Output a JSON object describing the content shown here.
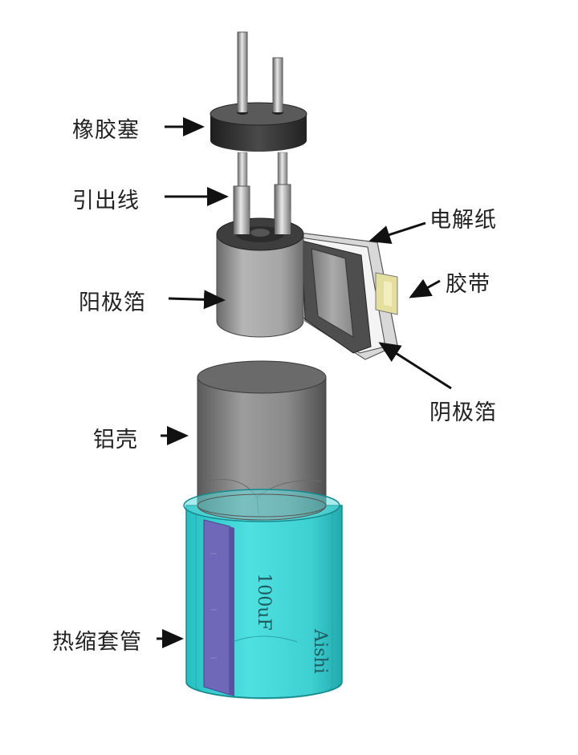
{
  "labels": {
    "rubber_stopper": "橡胶塞",
    "lead_wire": "引出线",
    "anode_foil": "阳极箔",
    "electrolytic_paper": "电解纸",
    "tape": "胶带",
    "cathode_foil": "阴极箔",
    "aluminum_case": "铝壳",
    "heat_shrink_sleeve": "热缩套管"
  },
  "sleeve_print": {
    "capacitance": "100uF",
    "brand": "Aishi"
  },
  "colors": {
    "sleeve": "#3fd6d6",
    "sleeve_stripe": "#6f67b8",
    "stopper": "#3d3d3d",
    "metal": "#8a8a8a"
  }
}
